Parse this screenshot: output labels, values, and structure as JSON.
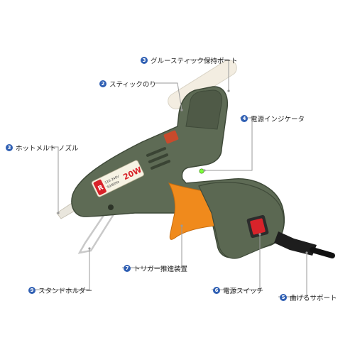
{
  "callouts": [
    {
      "num": "3",
      "text": "グルースティック保持ポート"
    },
    {
      "num": "2",
      "text": "スティックのり"
    },
    {
      "num": "4",
      "text": "電源インジケータ"
    },
    {
      "num": "3",
      "text": "ホットメルト ノズル"
    },
    {
      "num": "7",
      "text": "トリガー推進装置"
    },
    {
      "num": "9",
      "text": "スタンドホルダー"
    },
    {
      "num": "6",
      "text": "電源スイッチ"
    },
    {
      "num": "5",
      "text": "曲げるサポート"
    }
  ],
  "product_label": {
    "brand": "R",
    "voltage": "110-240V",
    "frequency": "50/60Hz",
    "wattage": "20W"
  },
  "colors": {
    "body": "#5e6b55",
    "body_dark": "#3f4a39",
    "trigger": "#f08a1c",
    "switch": "#d8232a",
    "indicator": "#7cff3a",
    "badge": "#2f5fb3",
    "leader": "#9a9a9a"
  }
}
